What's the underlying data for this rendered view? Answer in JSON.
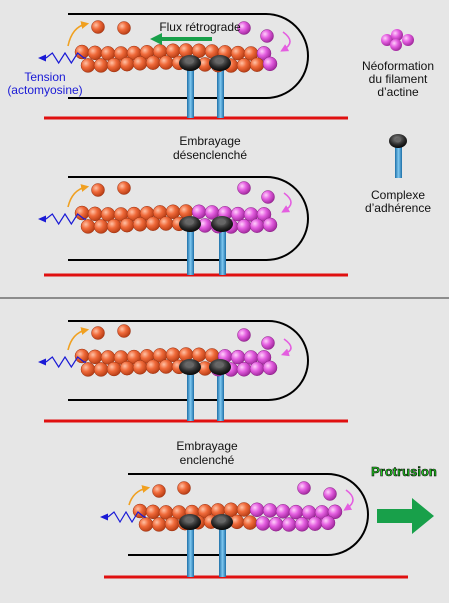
{
  "labels": {
    "flux": "Flux rétrograde",
    "tension_1": "Tension",
    "tension_2": "(actomyosine)",
    "neo_1": "Néoformation",
    "neo_2": "du filament",
    "neo_3": "d’actine",
    "emb_off_1": "Embrayage",
    "emb_off_2": "désenclenché",
    "complexe_1": "Complexe",
    "complexe_2": "d’adhérence",
    "emb_on_1": "Embrayage",
    "emb_on_2": "enclenché",
    "protrusion": "Protrusion"
  },
  "colors": {
    "background": "#e6e6e6",
    "actin_old": "#f06a3a",
    "actin_new": "#e45ee0",
    "substrate": "#e01010",
    "adhesion_stalk": "#3aa0dc",
    "adhesion_head": "#333333",
    "tension_spring": "#1a1ad6",
    "retrograde_arrow": "#18a04a",
    "protrusion_arrow": "#18a04a",
    "protrusion_text": "#22cc22",
    "cycle_arrow_old": "#f0a020",
    "cycle_arrow_new": "#e45ee0"
  },
  "icons": [
    "actin-monomer-icon",
    "adhesion-complex-icon",
    "tension-spring-icon",
    "retrograde-flow-arrow-icon",
    "protrusion-arrow-icon",
    "recycling-arrow-icon"
  ]
}
